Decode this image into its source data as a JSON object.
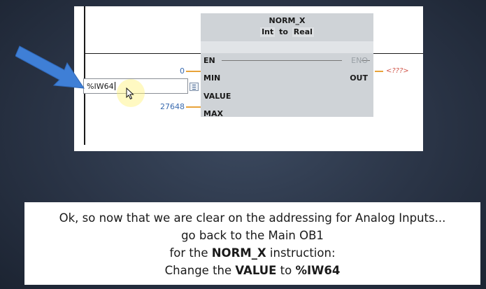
{
  "block": {
    "name": "NORM_X",
    "type_in": "Int",
    "type_to": "to",
    "type_out": "Real",
    "pins": {
      "en": "EN",
      "eno": "ENO",
      "min": "MIN",
      "value": "VALUE",
      "max": "MAX",
      "out": "OUT"
    },
    "params": {
      "min": "0",
      "max": "27648",
      "out": "<???>"
    }
  },
  "editor": {
    "input_value": "%IW64"
  },
  "icons": {
    "arrow": "blue-pointer-arrow-icon",
    "list": "list-picker-icon",
    "cursor": "mouse-cursor-icon"
  },
  "colors": {
    "arrow": "#3f7fd6",
    "wire": "#e8a33a",
    "param": "#3a6bb0",
    "out_error": "#d0564a"
  },
  "caption": {
    "line1": "Ok, so now that we are clear on the addressing for Analog Inputs...",
    "line2": "go back to the Main OB1",
    "line3_pre": "for the ",
    "line3_bold": "NORM_X",
    "line3_post": " instruction:",
    "line4_pre": "Change the ",
    "line4_bold1": "VALUE",
    "line4_mid": " to ",
    "line4_bold2": "%IW64"
  }
}
